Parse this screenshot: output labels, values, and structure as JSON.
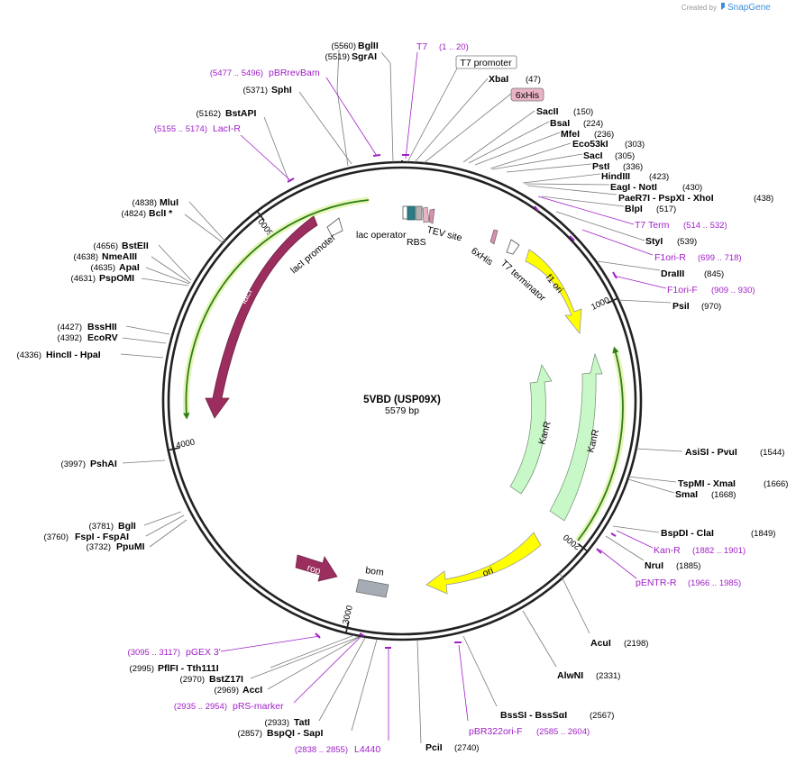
{
  "header": {
    "created_by": "Created by",
    "brand": "SnapGene"
  },
  "map": {
    "name": "5VBD (USP09X)",
    "length_label": "5579 bp",
    "total_bp": 5579
  },
  "ticks": [
    {
      "label": "1000",
      "bp": 1000
    },
    {
      "label": "2000",
      "bp": 2000
    },
    {
      "label": "3000",
      "bp": 3000
    },
    {
      "label": "4000",
      "bp": 4000
    },
    {
      "label": "5000",
      "bp": 5000
    }
  ],
  "sites": [
    {
      "pos": "(5560)",
      "name": "BglII"
    },
    {
      "pos": "(5519)",
      "name": "SgrAI"
    },
    {
      "pos": "(5371)",
      "name": "SphI"
    },
    {
      "pos": "(5162)",
      "name": "BstAPI"
    },
    {
      "pos": "(4838)",
      "name": "MluI"
    },
    {
      "pos": "(4824)",
      "name": "BclI *"
    },
    {
      "pos": "(4656)",
      "name": "BstEII"
    },
    {
      "pos": "(4638)",
      "name": "NmeAIII"
    },
    {
      "pos": "(4635)",
      "name": "ApaI"
    },
    {
      "pos": "(4631)",
      "name": "PspOMI"
    },
    {
      "pos": "(4427)",
      "name": "BssHII"
    },
    {
      "pos": "(4392)",
      "name": "EcoRV"
    },
    {
      "pos": "(4336)",
      "name": "HincII - HpaI"
    },
    {
      "pos": "(3997)",
      "name": "PshAI"
    },
    {
      "pos": "(3781)",
      "name": "BglI"
    },
    {
      "pos": "(3760)",
      "name": "FspI - FspAI"
    },
    {
      "pos": "(3732)",
      "name": "PpuMI"
    },
    {
      "pos": "(2995)",
      "name": "PflFI - Tth111I"
    },
    {
      "pos": "(2970)",
      "name": "BstZ17I"
    },
    {
      "pos": "(2969)",
      "name": "AccI"
    },
    {
      "pos": "(2933)",
      "name": "TatI"
    },
    {
      "pos": "(2857)",
      "name": "BspQI - SapI"
    },
    {
      "pos": "(2740)",
      "name": "PciI"
    },
    {
      "pos": "(2567)",
      "name": "BssSI - BssSαI"
    },
    {
      "pos": "(2331)",
      "name": "AlwNI"
    },
    {
      "pos": "(2198)",
      "name": "AcuI"
    },
    {
      "pos": "(1885)",
      "name": "NruI"
    },
    {
      "pos": "(1849)",
      "name": "BspDI - ClaI"
    },
    {
      "pos": "(1668)",
      "name": "SmaI"
    },
    {
      "pos": "(1666)",
      "name": "TspMI - XmaI"
    },
    {
      "pos": "(1544)",
      "name": "AsiSI - PvuI"
    },
    {
      "pos": "(970)",
      "name": "PsiI"
    },
    {
      "pos": "(845)",
      "name": "DraIII"
    },
    {
      "pos": "(539)",
      "name": "StyI"
    },
    {
      "pos": "(517)",
      "name": "BlpI"
    },
    {
      "pos": "(438)",
      "name": "PaeR7I - PspXI - XhoI"
    },
    {
      "pos": "(430)",
      "name": "EagI - NotI"
    },
    {
      "pos": "(423)",
      "name": "HindIII"
    },
    {
      "pos": "(336)",
      "name": "PstI"
    },
    {
      "pos": "(305)",
      "name": "SacI"
    },
    {
      "pos": "(303)",
      "name": "Eco53kI"
    },
    {
      "pos": "(236)",
      "name": "MfeI"
    },
    {
      "pos": "(224)",
      "name": "BsaI"
    },
    {
      "pos": "(150)",
      "name": "SacII"
    },
    {
      "pos": "(47)",
      "name": "XbaI"
    }
  ],
  "primers": [
    {
      "name": "T7",
      "range": "(1 .. 20)"
    },
    {
      "name": "pBRrevBam",
      "range": "(5477 .. 5496)"
    },
    {
      "name": "LacI-R",
      "range": "(5155 .. 5174)"
    },
    {
      "name": "T7 Term",
      "range": "(514 .. 532)"
    },
    {
      "name": "F1ori-R",
      "range": "(699 .. 718)"
    },
    {
      "name": "F1ori-F",
      "range": "(909 .. 930)"
    },
    {
      "name": "Kan-R",
      "range": "(1882 .. 1901)"
    },
    {
      "name": "pENTR-R",
      "range": "(1966 .. 1985)"
    },
    {
      "name": "pBR322ori-F",
      "range": "(2585 .. 2604)"
    },
    {
      "name": "L4440",
      "range": "(2838 .. 2855)"
    },
    {
      "name": "pRS-marker",
      "range": "(2935 .. 2954)"
    },
    {
      "name": "pGEX 3'",
      "range": "(3095 .. 3117)"
    }
  ],
  "boxed_labels": {
    "t7_promoter": "T7 promoter",
    "his_tag": "6xHis"
  },
  "features": {
    "lacI": "lacI",
    "lacI_promoter": "lacI promoter",
    "lac_operator": "lac operator",
    "rbs": "RBS",
    "tev_site": "TEV site",
    "his6": "6xHis",
    "t7_terminator": "T7 terminator",
    "f1_ori": "f1 ori",
    "kanR_1": "KanR",
    "kanR_2": "KanR",
    "ori": "ori",
    "rop": "rop",
    "bom": "bom"
  },
  "colors": {
    "backbone": "#222222",
    "lacI": "#9b2d5f",
    "rop": "#9b2d5f",
    "f1_ori": "#ffff00",
    "ori": "#ffff00",
    "kanR": "#c8f7c8",
    "bom": "#a6acb4",
    "primer": "#a020c8",
    "orf": "#2e7d1a"
  }
}
